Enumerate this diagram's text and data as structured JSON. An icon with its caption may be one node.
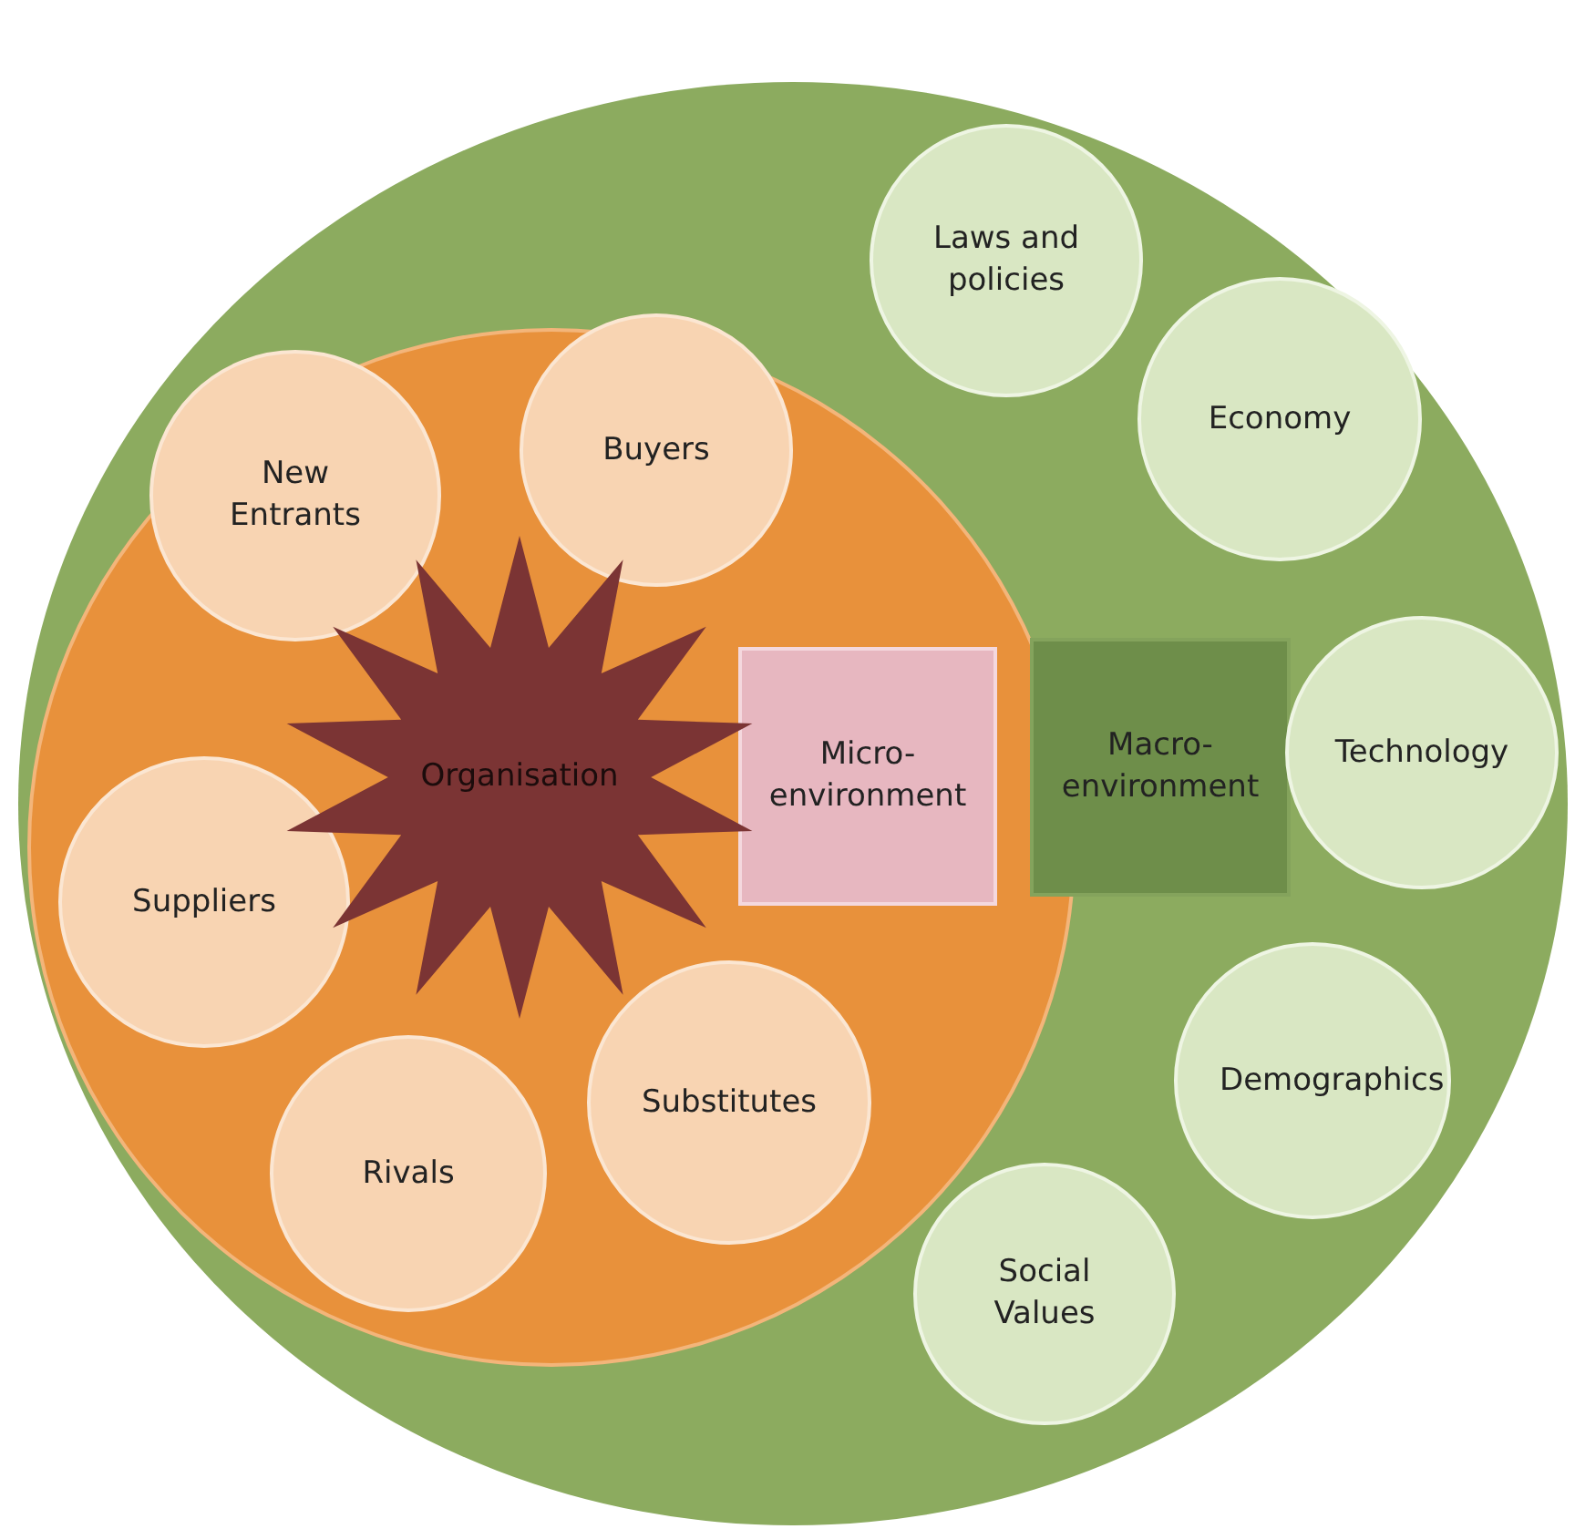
{
  "diagram": {
    "nodes": [
      {
        "text": [],
        "shape": "circle"
      },
      {
        "text": [],
        "shape": "circle",
        "in": 0
      },
      {
        "text": [
          "New Entrants"
        ],
        "in": 1
      },
      {
        "text": [
          "Buyers"
        ],
        "in": 1
      },
      {
        "text": [
          "Organisation"
        ],
        "in": 1
      },
      {
        "text": [
          "Micro-environment"
        ],
        "in": 1
      },
      {
        "text": [
          "Suppliers"
        ],
        "in": 1
      },
      {
        "text": [
          "Substitutes"
        ],
        "in": 1
      },
      {
        "text": [
          "Rivals"
        ],
        "in": 1
      },
      {
        "text": [
          "Laws and policies"
        ],
        "in": 0
      },
      {
        "text": [
          "Economy"
        ],
        "in": 0
      },
      {
        "text": [
          "Macro-environment"
        ],
        "in": 0
      },
      {
        "text": [
          "Technology"
        ],
        "in": 0
      },
      {
        "text": [
          "Demographics"
        ],
        "in": 0
      },
      {
        "text": [
          "Social Values"
        ],
        "in": 0
      }
    ]
  }
}
